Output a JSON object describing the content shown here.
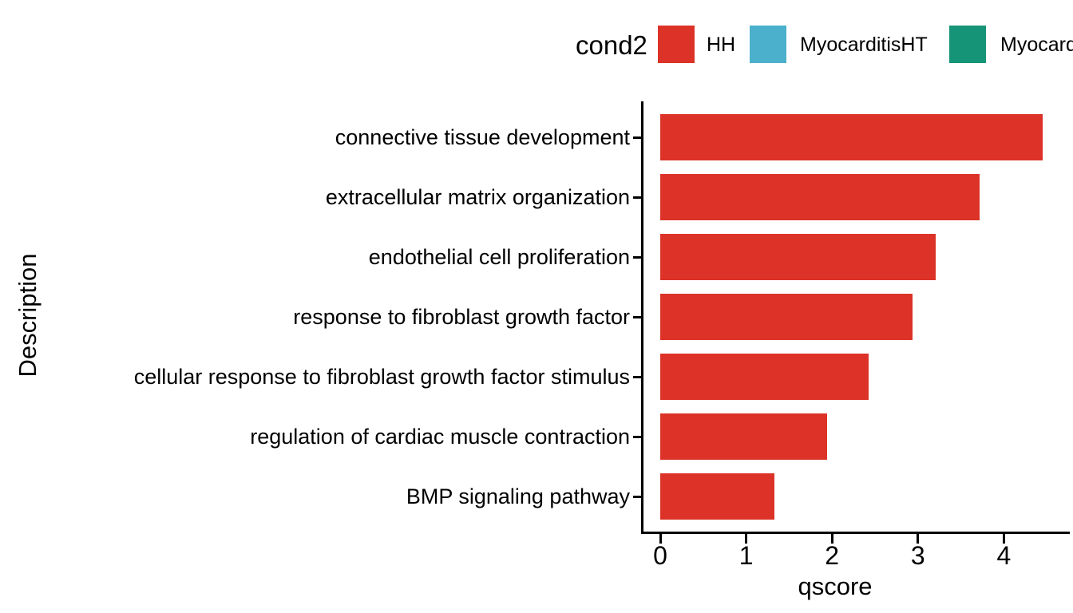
{
  "legend": {
    "title": "cond2",
    "items": [
      {
        "label": "HH",
        "color": "#DC3227"
      },
      {
        "label": "MyocarditisHT",
        "color": "#4AB0CC"
      },
      {
        "label": "Myocard",
        "color": "#159478"
      }
    ]
  },
  "chart_data": {
    "type": "bar",
    "orientation": "horizontal",
    "title": "",
    "xlabel": "qscore",
    "ylabel": "Description",
    "legend_title": "cond2",
    "legend_position": "top",
    "grid": false,
    "categories": [
      "connective tissue development",
      "extracellular matrix organization",
      "endothelial cell proliferation",
      "response to fibroblast growth factor",
      "cellular response to fibroblast growth factor stimulus",
      "regulation of cardiac muscle contraction",
      "BMP signaling pathway"
    ],
    "series": [
      {
        "name": "HH",
        "color": "#DC3227",
        "values": [
          4.45,
          3.72,
          3.21,
          2.94,
          2.43,
          1.94,
          1.33
        ]
      }
    ],
    "xlim": [
      0,
      4.67
    ],
    "xticks": [
      "0",
      "1",
      "2",
      "3",
      "4"
    ],
    "xtick_values": [
      0,
      1,
      2,
      3,
      4
    ]
  }
}
